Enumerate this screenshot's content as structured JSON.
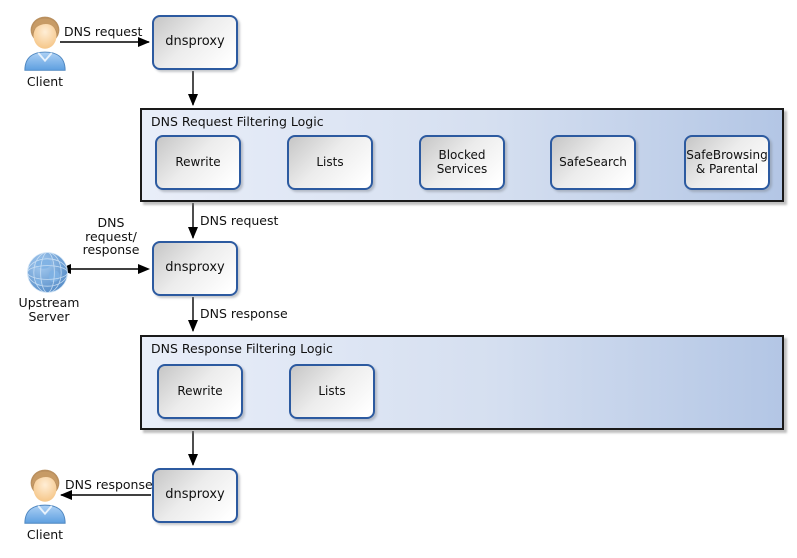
{
  "diagram": {
    "nodes": {
      "client_top": "Client",
      "dnsproxy_top": "dnsproxy",
      "dnsproxy_mid": "dnsproxy",
      "dnsproxy_bottom": "dnsproxy",
      "upstream_server": "Upstream\nServer",
      "client_bottom": "Client"
    },
    "request_container": {
      "title": "DNS Request Filtering Logic",
      "steps": [
        "Rewrite",
        "Lists",
        "Blocked Services",
        "SafeSearch",
        "SafeBrowsing & Parental"
      ]
    },
    "response_container": {
      "title": "DNS Response Filtering Logic",
      "steps": [
        "Rewrite",
        "Lists"
      ]
    },
    "edge_labels": {
      "client_to_proxy": "DNS request",
      "container_to_proxy": "DNS request",
      "upstream_link": "DNS\nrequest/\nresponse",
      "proxy_to_container": "DNS response",
      "proxy_to_client": "DNS response"
    },
    "icons": {
      "client_top": "person-icon",
      "client_bottom": "person-icon",
      "upstream": "globe-icon"
    },
    "colors": {
      "container_fill_left": "#e9eef9",
      "container_fill_right": "#b3c6e5",
      "node_border": "#2c5aa0",
      "arrow": "#000000"
    }
  }
}
